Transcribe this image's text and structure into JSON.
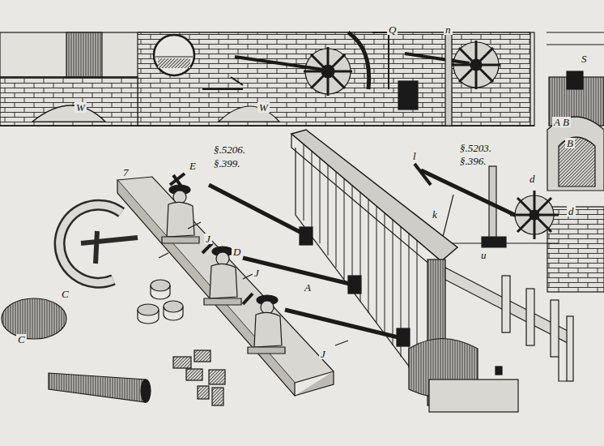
{
  "diagram": {
    "labels": [
      "Q",
      "n",
      "W",
      "W",
      "S",
      "A B",
      "B",
      "7",
      "E",
      "§.5206.",
      "§.399.",
      "J",
      "D",
      "J",
      "A",
      "J",
      "C",
      "C",
      "§.5203.",
      "§.396.",
      "l",
      "k",
      "d",
      "d",
      "u"
    ]
  }
}
